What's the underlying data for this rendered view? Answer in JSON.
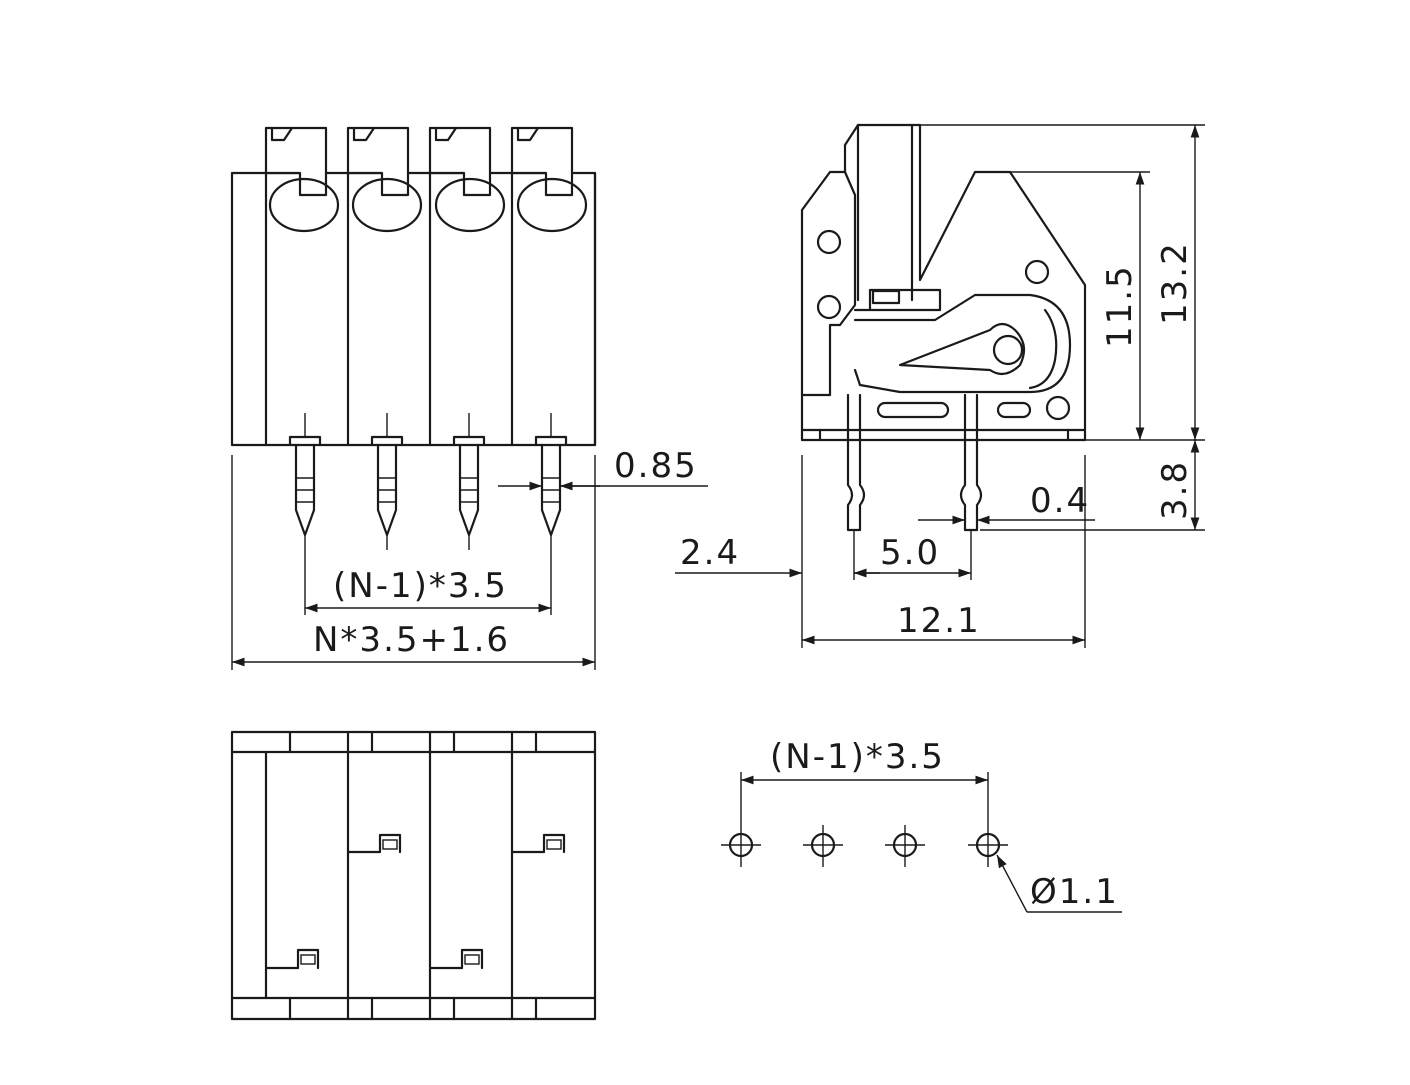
{
  "drawing": {
    "front_view": {
      "pitch_label": "(N-1)*3.5",
      "overall_width_label": "N*3.5+1.6",
      "pin_width_label": "0.85"
    },
    "side_view": {
      "height_label": "11.5",
      "total_height_label": "13.2",
      "pin_length_label": "3.8",
      "pin_thickness_label": "0.4",
      "front_offset_label": "2.4",
      "pin_spacing_label": "5.0",
      "depth_label": "12.1"
    },
    "pcb_layout": {
      "pitch_label": "(N-1)*3.5",
      "hole_diameter_label": "Ø1.1"
    }
  }
}
